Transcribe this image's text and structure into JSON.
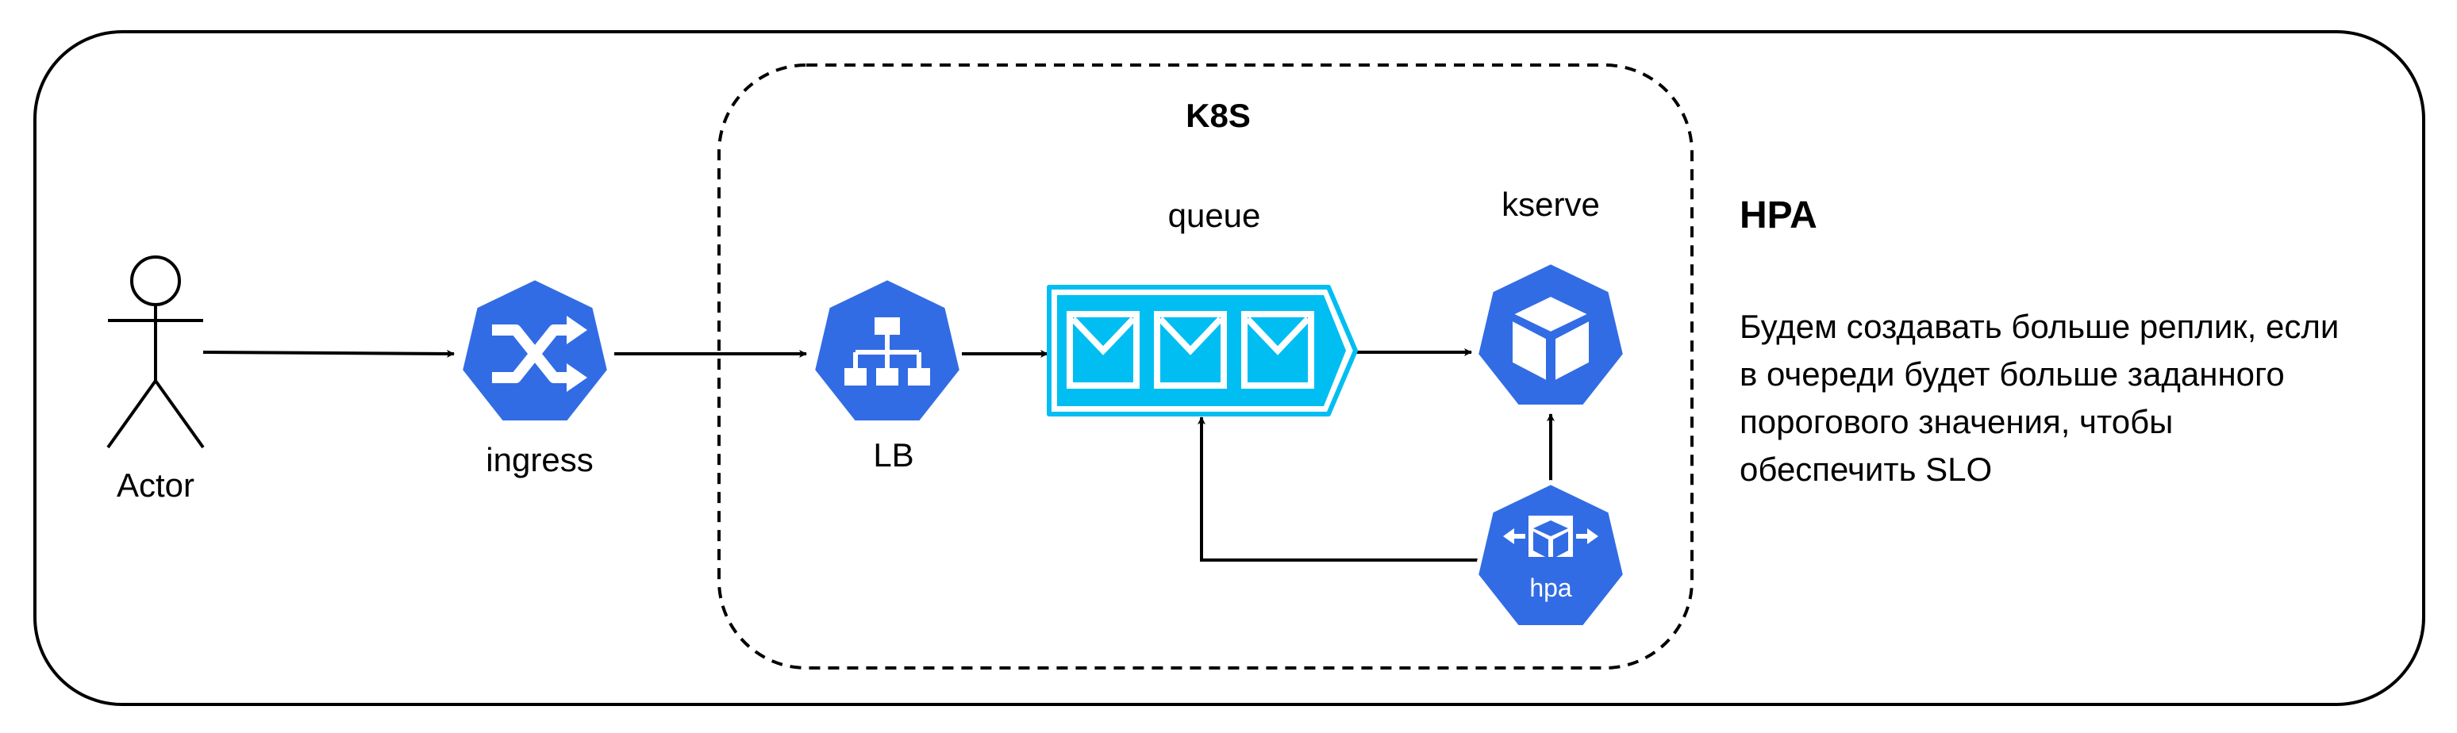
{
  "diagram": {
    "actor": {
      "label": "Actor"
    },
    "ingress": {
      "label": "ingress"
    },
    "lb": {
      "label": "LB"
    },
    "queue": {
      "label": "queue"
    },
    "kserve": {
      "label": "kserve"
    },
    "hpa_node": {
      "label": "hpa"
    },
    "cluster": {
      "label": "K8S"
    },
    "note": {
      "title": "HPA",
      "description": "Будем создавать больше реплик, если в очереди будет больше заданного порогового значения, чтобы обеспечить SLO"
    }
  },
  "colors": {
    "k8s_blue": "#326CE5",
    "queue_cyan": "#00BEF2",
    "line": "#000000",
    "background": "#FFFFFF"
  },
  "icons": {
    "ingress": "shuffle-icon",
    "lb": "sitemap-icon",
    "queue": "envelope-icon",
    "kserve": "cube-icon",
    "hpa": "cube-arrows-icon"
  }
}
